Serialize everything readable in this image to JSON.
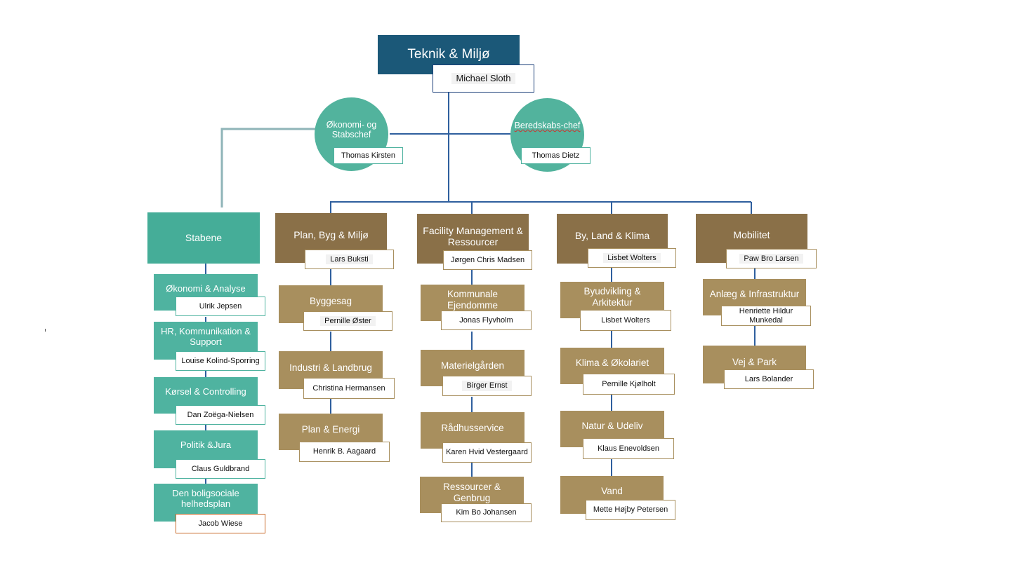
{
  "top": {
    "title": "Teknik & Miljø",
    "head": "Michael Sloth"
  },
  "staff_circles": [
    {
      "label": "Økonomi- og Stabschef",
      "person": "Thomas Kirsten"
    },
    {
      "label": "Beredskabs-chef",
      "person": "Thomas Dietz"
    }
  ],
  "stabene": {
    "title": "Stabene",
    "units": [
      {
        "label": "Økonomi & Analyse",
        "person": "Ulrik Jepsen"
      },
      {
        "label": "HR, Kommunikation & Support",
        "person": "Louise Kolind-Sporring"
      },
      {
        "label": "Kørsel & Controlling",
        "person": "Dan Zoëga-Nielsen"
      },
      {
        "label": "Politik &Jura",
        "person": "Claus Guldbrand"
      },
      {
        "label": "Den boligsociale helhedsplan",
        "person": "Jacob Wiese"
      }
    ]
  },
  "departments": [
    {
      "title": "Plan, Byg & Miljø",
      "head": "Lars Buksti",
      "units": [
        {
          "label": "Byggesag",
          "person": "Pernille Øster"
        },
        {
          "label": "Industri & Landbrug",
          "person": "Christina Hermansen"
        },
        {
          "label": "Plan & Energi",
          "person": "Henrik B. Aagaard"
        }
      ]
    },
    {
      "title": "Facility Management & Ressourcer",
      "head": "Jørgen Chris Madsen",
      "units": [
        {
          "label": "Kommunale Ejendomme",
          "person": "Jonas Flyvholm"
        },
        {
          "label": "Materielgården",
          "person": "Birger Ernst"
        },
        {
          "label": "Rådhusservice",
          "person": "Karen Hvid Vestergaard"
        },
        {
          "label": "Ressourcer & Genbrug",
          "person": "Kim Bo Johansen"
        }
      ]
    },
    {
      "title": "By, Land & Klima",
      "head": "Lisbet Wolters",
      "units": [
        {
          "label": "Byudvikling & Arkitektur",
          "person": "Lisbet Wolters"
        },
        {
          "label": "Klima & Økolariet",
          "person": "Pernille Kjølholt"
        },
        {
          "label": "Natur & Udeliv",
          "person": "Klaus Enevoldsen"
        },
        {
          "label": "Vand",
          "person": "Mette Højby Petersen"
        }
      ]
    },
    {
      "title": "Mobilitet",
      "head": "Paw Bro Larsen",
      "units": [
        {
          "label": "Anlæg & Infrastruktur",
          "person": "Henriette Hildur Munkedal"
        },
        {
          "label": "Vej & Park",
          "person": "Lars Bolander"
        }
      ]
    }
  ],
  "colors": {
    "title_bg": "#1b5878",
    "staff_teal": "#4fb3a0",
    "department_brown": "#8a7048",
    "unit_tan": "#a88f5e",
    "connector_blue": "#2f5f9e"
  }
}
